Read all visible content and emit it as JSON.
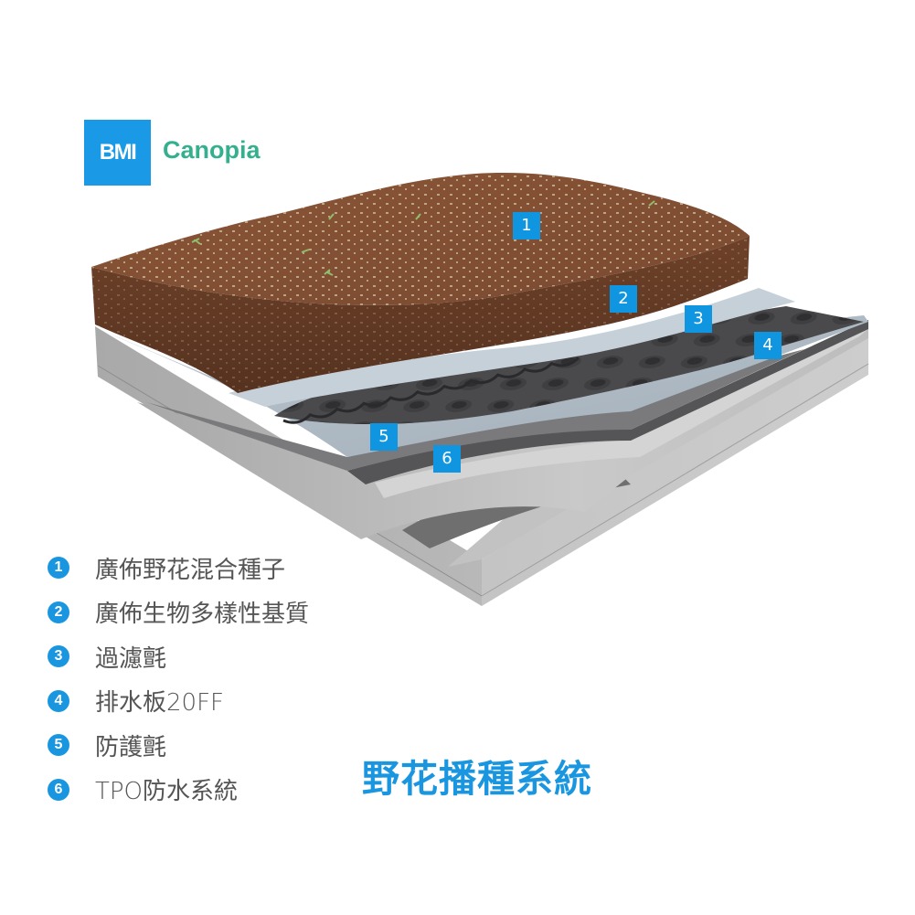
{
  "brand": {
    "logo_text": "BMI",
    "product_name": "Canopia",
    "logo_color": "#1a9ae6",
    "product_color": "#34b08e"
  },
  "diagram": {
    "description": "Cross-section of wildflower seeding green roof system layers",
    "badges": [
      {
        "number": "1",
        "layer": "seed-mix"
      },
      {
        "number": "2",
        "layer": "substrate"
      },
      {
        "number": "3",
        "layer": "filter-fleece"
      },
      {
        "number": "4",
        "layer": "drainage-board"
      },
      {
        "number": "5",
        "layer": "protection-fleece"
      },
      {
        "number": "6",
        "layer": "tpo-waterproofing"
      }
    ],
    "badge_color": "#1096e0"
  },
  "legend": {
    "items": [
      {
        "number": "1",
        "label": "廣佈野花混合種子"
      },
      {
        "number": "2",
        "label": "廣佈生物多樣性基質"
      },
      {
        "number": "3",
        "label": "過濾氈"
      },
      {
        "number": "4",
        "label": "排水板20FF"
      },
      {
        "number": "5",
        "label": "防護氈"
      },
      {
        "number": "6",
        "label": "TPO防水系統"
      }
    ]
  },
  "title": {
    "text": "野花播種系統",
    "color": "#1a96e0"
  }
}
